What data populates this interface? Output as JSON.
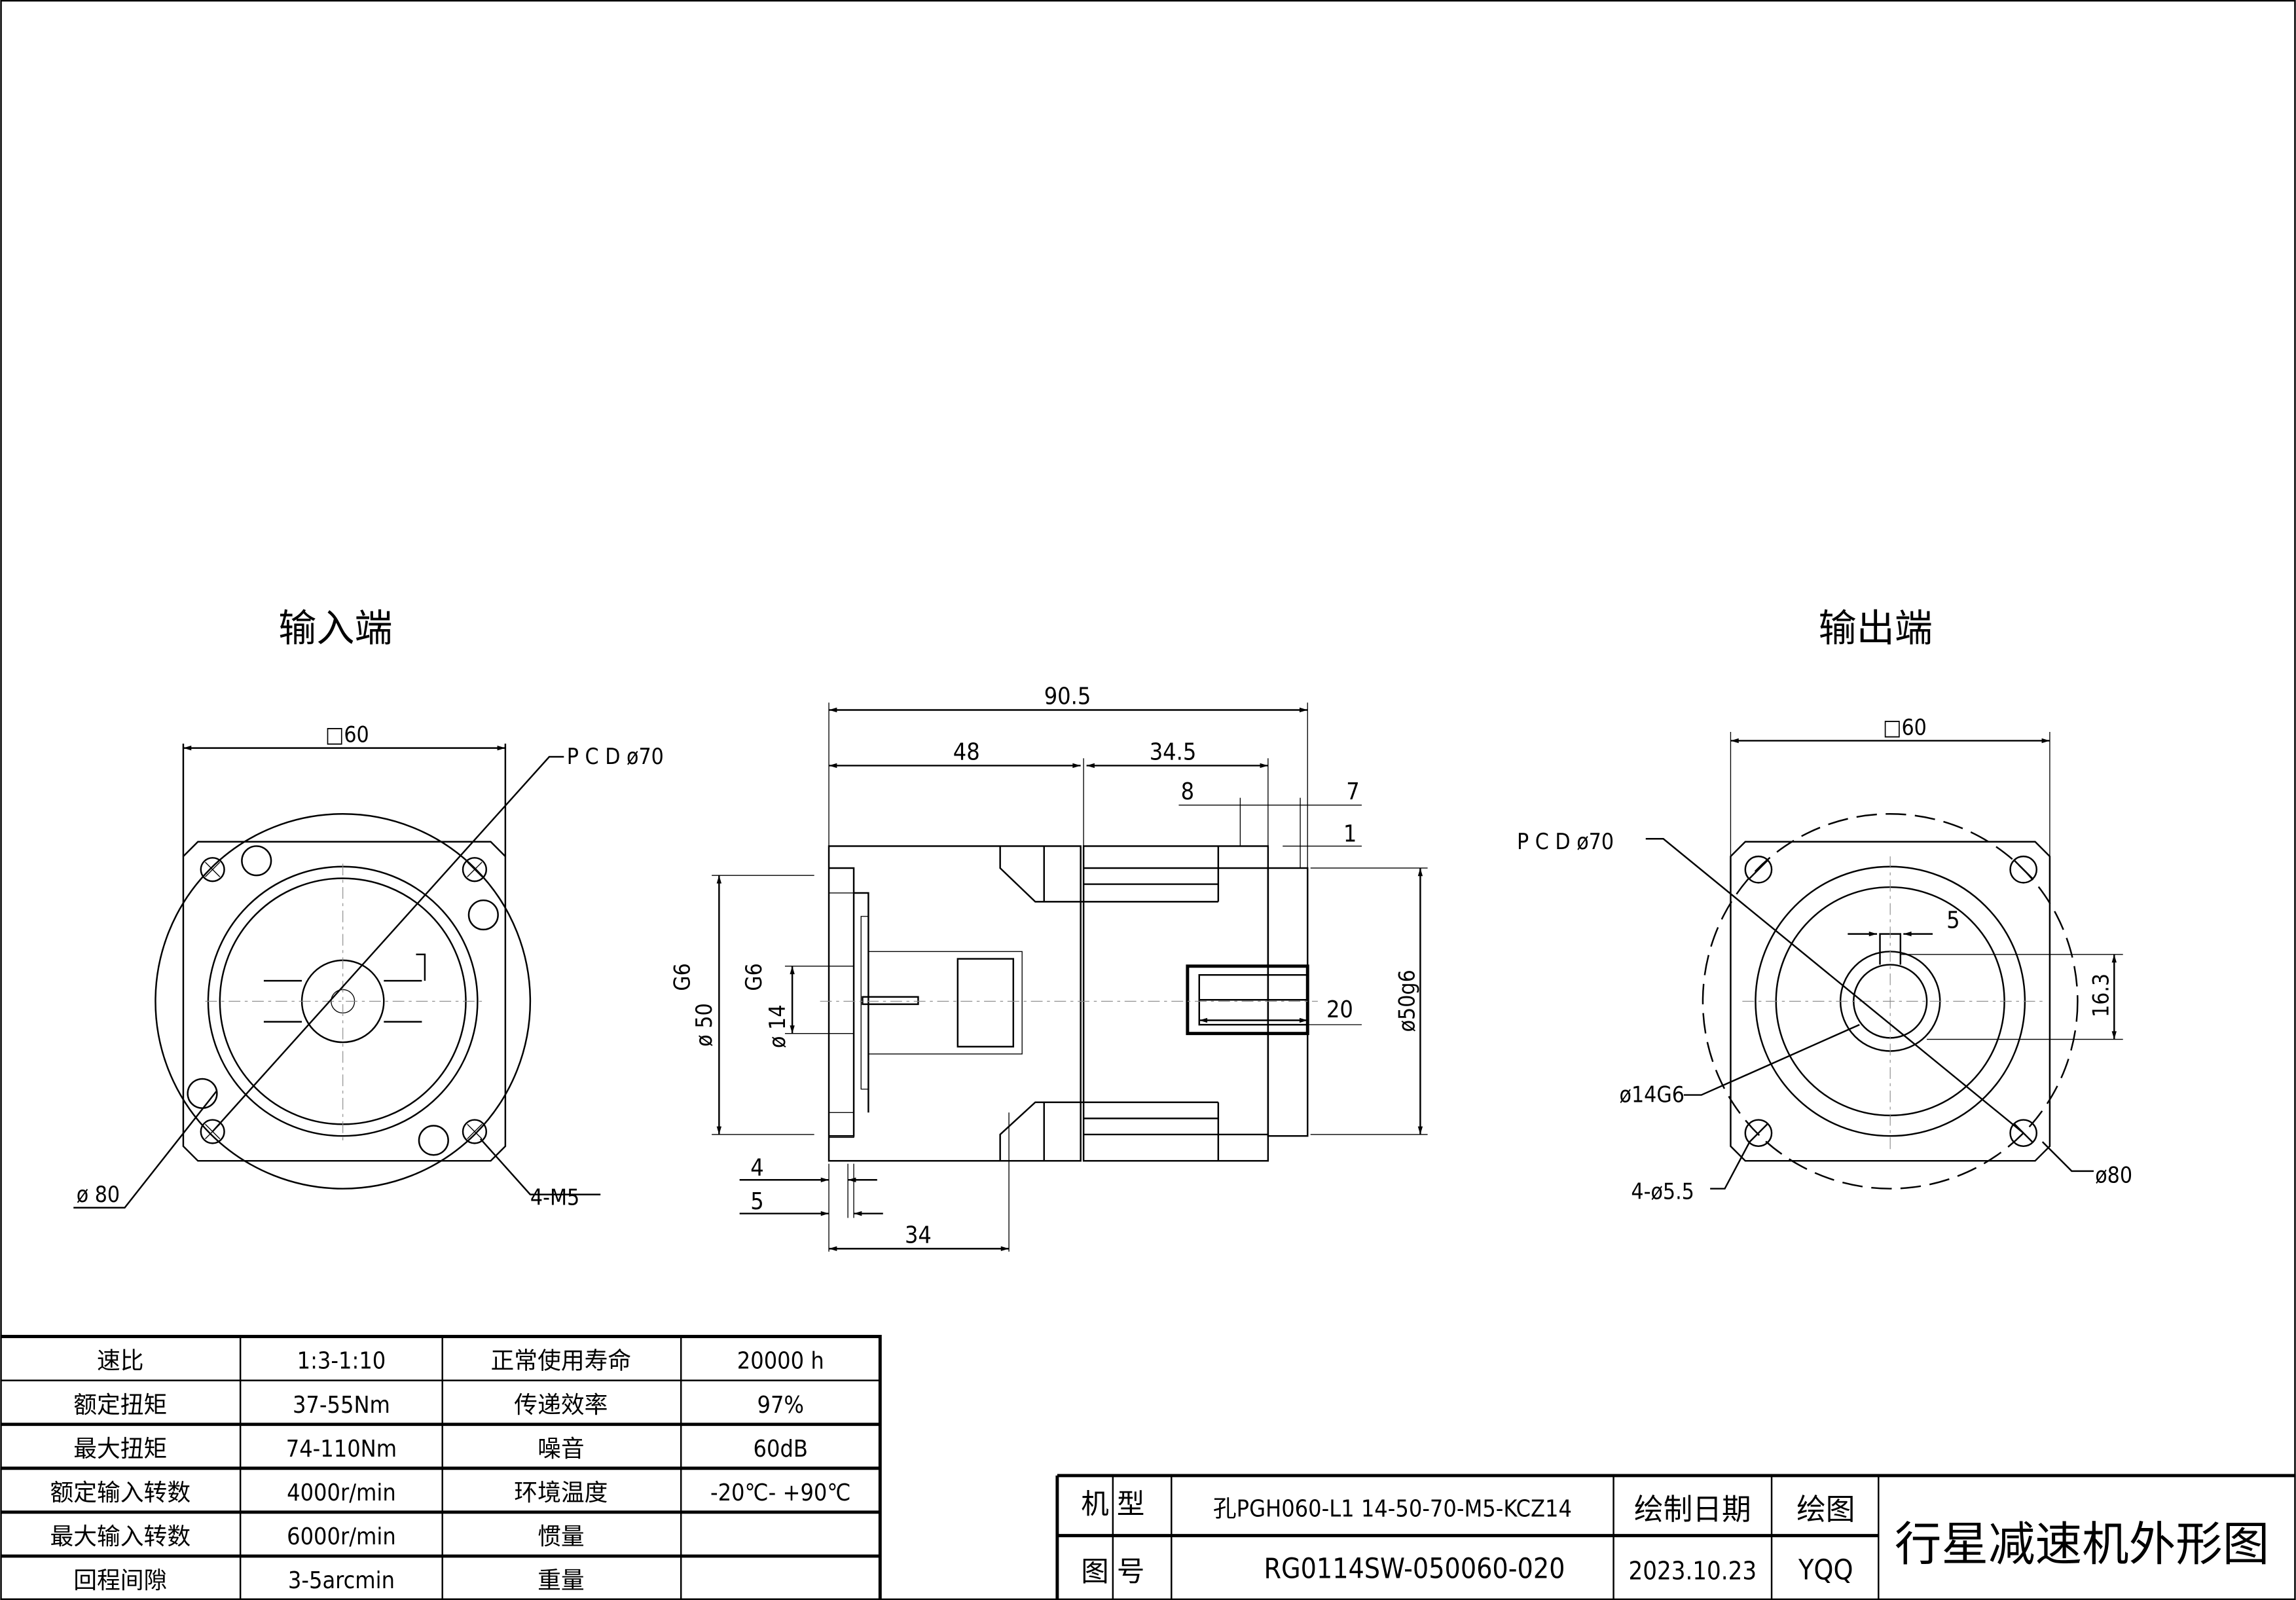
{
  "views": {
    "input_title": "输入端",
    "output_title": "输出端",
    "input": {
      "square": "□60",
      "pcd": "P C D ø70",
      "dia": "ø 80",
      "holes": "4-M5"
    },
    "side": {
      "overall": "90.5",
      "d48": "48",
      "d34_5": "34.5",
      "d8": "8",
      "d7": "7",
      "d1": "1",
      "d4": "4",
      "d5": "5",
      "d34": "34",
      "d20": "20",
      "dia50": "ø 50",
      "g6a": "G6",
      "dia14": "ø 14",
      "g6b": "G6",
      "dia50g6": "ø50g6"
    },
    "output": {
      "square": "□60",
      "pcd": "P C D ø70",
      "key5": "5",
      "key16_3": "16.3",
      "shaft": "ø14G6",
      "holes": "4-ø5.5",
      "dia": "ø80"
    }
  },
  "spec_table": {
    "rows": [
      [
        "速比",
        "1:3-1:10",
        "正常使用寿命",
        "20000  h"
      ],
      [
        "额定扭矩",
        "37-55Nm",
        "传递效率",
        "97%"
      ],
      [
        "最大扭矩",
        "74-110Nm",
        "噪音",
        "60dB"
      ],
      [
        "额定输入转数",
        "4000r/min",
        "环境温度",
        "-20℃-  +90℃"
      ],
      [
        "最大输入转数",
        "6000r/min",
        "惯量",
        ""
      ],
      [
        "回程间隙",
        "3-5arcmin",
        "重量",
        ""
      ]
    ]
  },
  "title_block": {
    "model_label": "机 型",
    "model_value": "孔PGH060-L1 14-50-70-M5-KCZ14",
    "drawing_no_label": "图 号",
    "drawing_no_value": "RG0114SW-050060-020",
    "date_label": "绘制日期",
    "date_value": "2023.10.23",
    "drawer_label": "绘图",
    "drawer_value": "YQQ",
    "title": "行星减速机外形图"
  }
}
